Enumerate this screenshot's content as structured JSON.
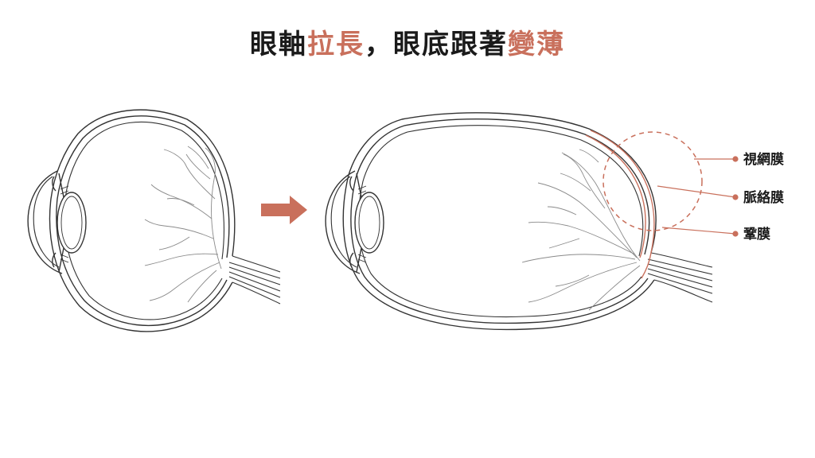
{
  "title": {
    "part1": "眼軸",
    "part2": "拉長",
    "part3": "，眼底跟著",
    "part4": "變薄"
  },
  "labels": {
    "retina": "視網膜",
    "choroid": "脈絡膜",
    "sclera": "鞏膜"
  },
  "colors": {
    "accent": "#c9705c",
    "line": "#333333",
    "vessel": "#8a8a8a"
  }
}
